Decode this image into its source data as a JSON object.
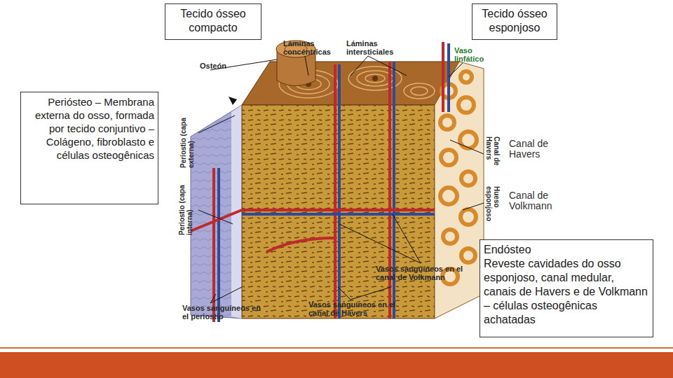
{
  "diagram": {
    "nodes": [
      {
        "text": [
          "Tecido ósseo compacto"
        ]
      },
      {
        "text": [
          "Tecido ósseo esponjoso"
        ]
      },
      {
        "text": [
          "Periósteo – Membrana externa do osso, formada por tecido conjuntivo – Colágeno, fibroblasto e células osteogênicas"
        ]
      },
      {
        "text": [
          "Endósteo",
          "Reveste cavidades do osso esponjoso, canal medular, canais de Havers e de Volkmann – células osteogênicas achatadas"
        ]
      }
    ],
    "labels": [
      "Láminas concéntricas",
      "Láminas intersticiales",
      "Vaso linfático",
      "Osteón",
      "Periostio (capa externa)",
      "Periostio (capa interna)",
      "Canal de Havers",
      "Canal de Havers",
      "Hueso esponjoso",
      "Canal de Volkmann",
      "Vasos sanguíneos en el canal de Volkmann",
      "Vasos sanguíneos en el periostio",
      "Vasos sanguíneos en el canal de Havers"
    ]
  }
}
